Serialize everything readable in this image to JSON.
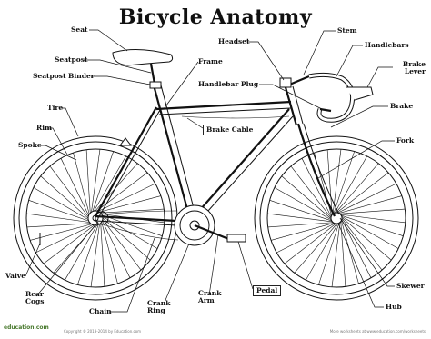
{
  "title": "Bicycle Anatomy",
  "labels": {
    "seat": "Seat",
    "seatpost": "Seatpost",
    "seatpost_binder": "Seatpost Binder",
    "tire": "Tire",
    "rim": "Rim",
    "spoke": "Spoke",
    "valve": "Valve",
    "rear_cogs": "Rear Cogs",
    "chain": "Chain",
    "crank_ring": "Crank Ring",
    "crank_arm": "Crank Arm",
    "pedal": "Pedal",
    "frame": "Frame",
    "handlebar_plug": "Handlebar Plug",
    "brake_cable": "Brake Cable",
    "headset": "Headset",
    "stem": "Stem",
    "handlebars": "Handlebars",
    "brake_lever": "Brake Lever",
    "brake": "Brake",
    "fork": "Fork",
    "skewer": "Skewer",
    "hub": "Hub"
  },
  "footer": {
    "logo": "education.com",
    "left_note": "Copyright © 2013-2014 by Education.com",
    "right_note": "More worksheets at www.education.com/worksheets"
  }
}
